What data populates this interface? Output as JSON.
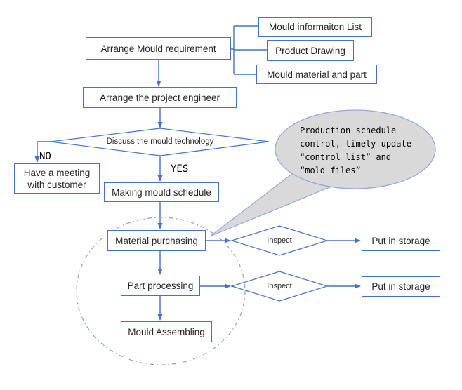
{
  "colors": {
    "accent_blue": "#4472C4",
    "callout_fill": "#D9D9D9",
    "callout_border": "#8FAADC",
    "group_circle": "#8E9CD4",
    "text": "#262626"
  },
  "nodes": {
    "arrange_mould_requirement": {
      "label": "Arrange Mould requirement"
    },
    "mould_information_list": {
      "label": "Mould informaiton List"
    },
    "product_drawing": {
      "label": "Product Drawing"
    },
    "mould_material_and_part": {
      "label": "Mould material and part"
    },
    "arrange_project_engineer": {
      "label": "Arrange the project engineer"
    },
    "discuss_mould_technology": {
      "label": "Discuss the mould technology"
    },
    "have_meeting_with_customer": {
      "label": "Have a meeting with customer"
    },
    "making_mould_schedule": {
      "label": "Making mould schedule"
    },
    "material_purchasing": {
      "label": "Material purchasing"
    },
    "part_processing": {
      "label": "Part processing"
    },
    "mould_assembling": {
      "label": "Mould Assembling"
    },
    "inspect_1": {
      "label": "Inspect"
    },
    "inspect_2": {
      "label": "Inspect"
    },
    "put_in_storage_1": {
      "label": "Put in storage"
    },
    "put_in_storage_2": {
      "label": "Put in storage"
    }
  },
  "branch_labels": {
    "no": "NO",
    "yes": "YES"
  },
  "callout": {
    "lines": [
      "Production schedule",
      "control, timely update",
      "“control list” and",
      "“mold files”"
    ]
  }
}
